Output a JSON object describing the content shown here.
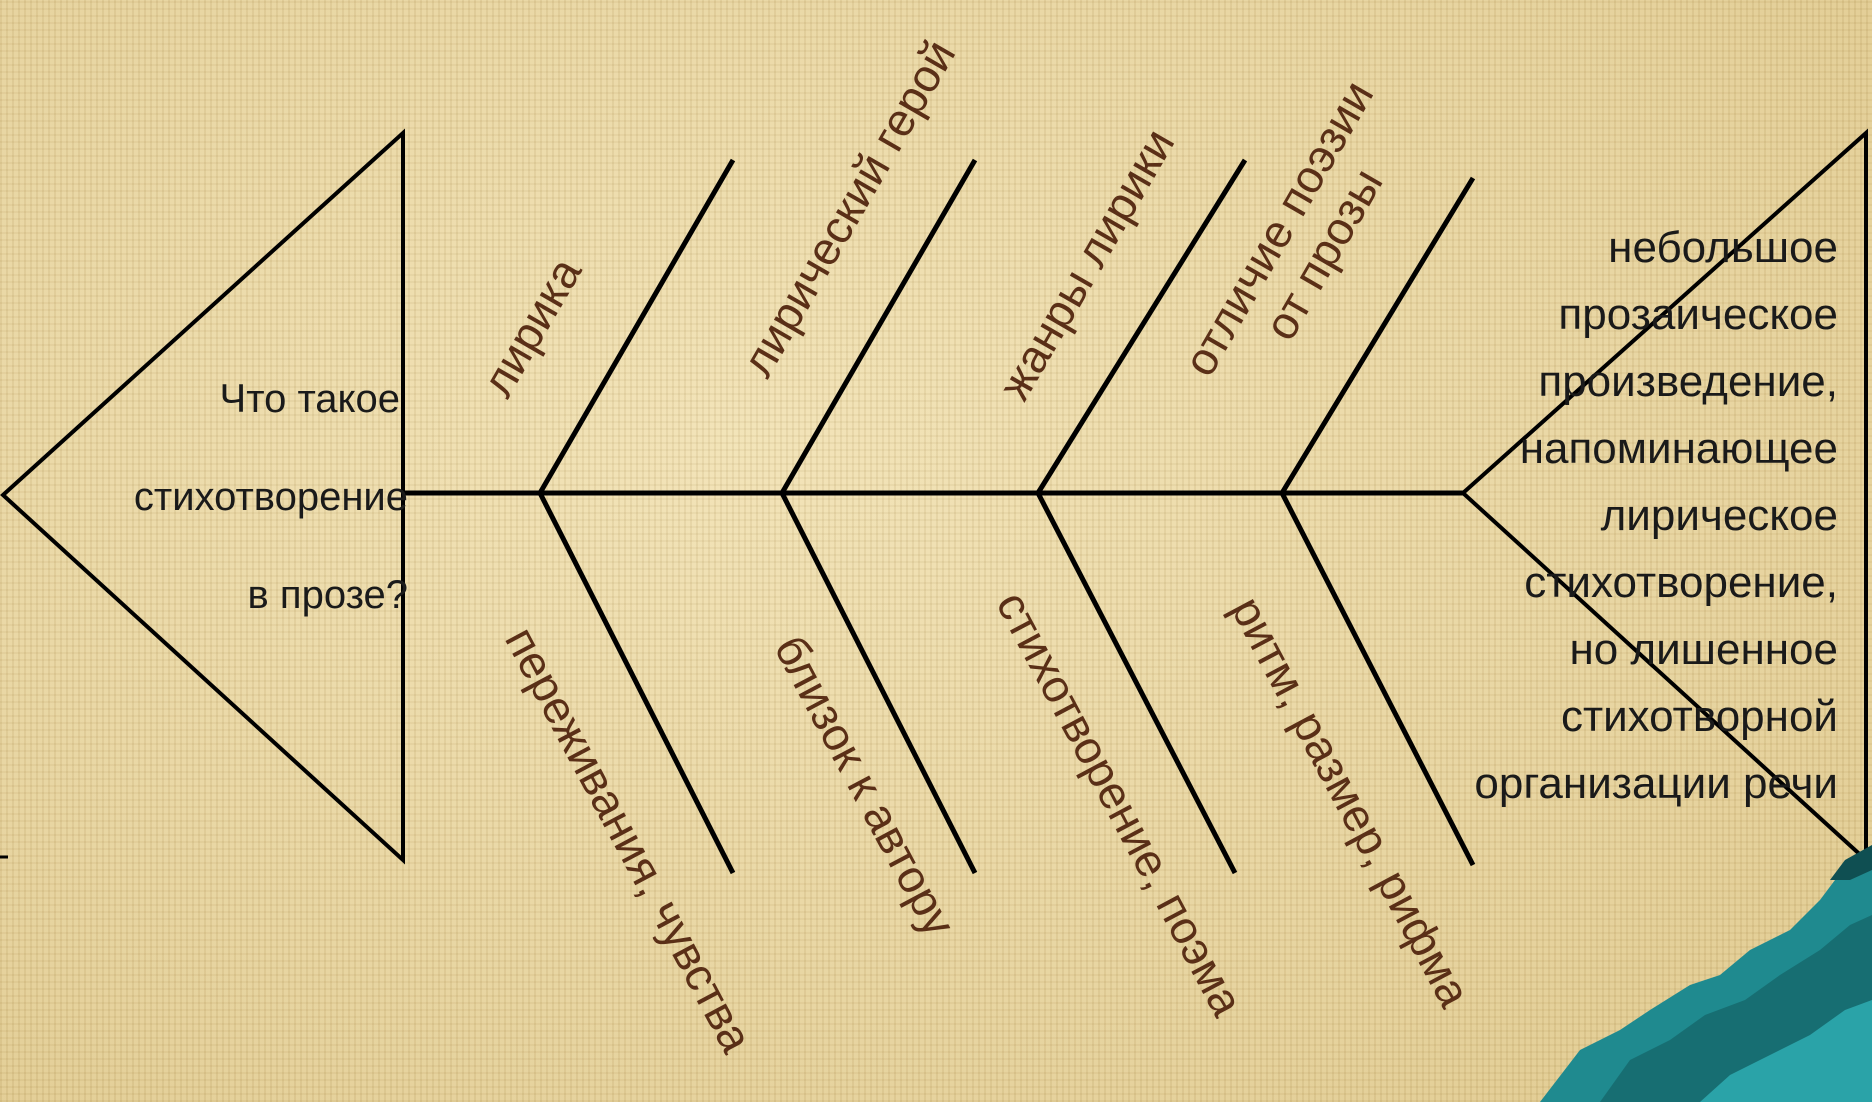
{
  "question": {
    "lines": [
      "Что такое",
      "стихотворение",
      "в прозе?"
    ]
  },
  "definition": {
    "lines": [
      "небольшое",
      "прозаическое",
      "произведение,",
      "напоминающее",
      "лирическое",
      "стихотворение,",
      "но лишенное",
      "стихотворной",
      "организации речи"
    ]
  },
  "bones_top": [
    {
      "lines": [
        "лирика"
      ]
    },
    {
      "lines": [
        "лирический герой"
      ]
    },
    {
      "lines": [
        "жанры лирики"
      ]
    },
    {
      "lines": [
        "отличие поэзии",
        "от прозы"
      ]
    }
  ],
  "bones_bottom": [
    {
      "lines": [
        "переживания, чувства"
      ]
    },
    {
      "lines": [
        "близок к автору"
      ]
    },
    {
      "lines": [
        "стихотворение, поэма"
      ]
    },
    {
      "lines": [
        "ритм, размер, рифма"
      ]
    }
  ],
  "colors": {
    "line": "#000000",
    "bone_text": "#5a2f17",
    "body_text": "#1a1a1a",
    "corner_decoration": "#1f8a8f"
  },
  "icons": {
    "corner_decoration": "teal-wave-icon"
  }
}
